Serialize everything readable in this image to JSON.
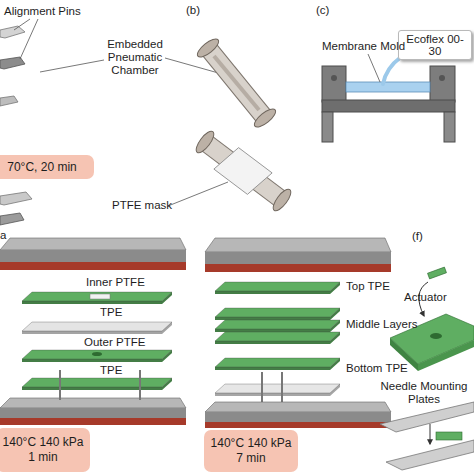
{
  "diagram": {
    "nodes": [
      {
        "text": [
          "70°C, 20 min"
        ]
      },
      {
        "text": [
          "Ecoflex 00-30"
        ]
      },
      {
        "text": [
          "140°C 140 kPa 1 min"
        ]
      },
      {
        "text": [
          "140°C 140 kPa 7 min"
        ]
      }
    ],
    "labels": [
      "Alignment Pins",
      "Embedded Pneumatic Chamber",
      "(b)",
      "(c)",
      "Membrane Mold",
      "PTFE mask",
      "a",
      "Inner PTFE",
      "TPE",
      "Outer PTFE",
      "TPE",
      "Top TPE",
      "Middle Layers",
      "Bottom TPE",
      "(f)",
      "Actuator",
      "Needle Mounting Plates"
    ]
  }
}
